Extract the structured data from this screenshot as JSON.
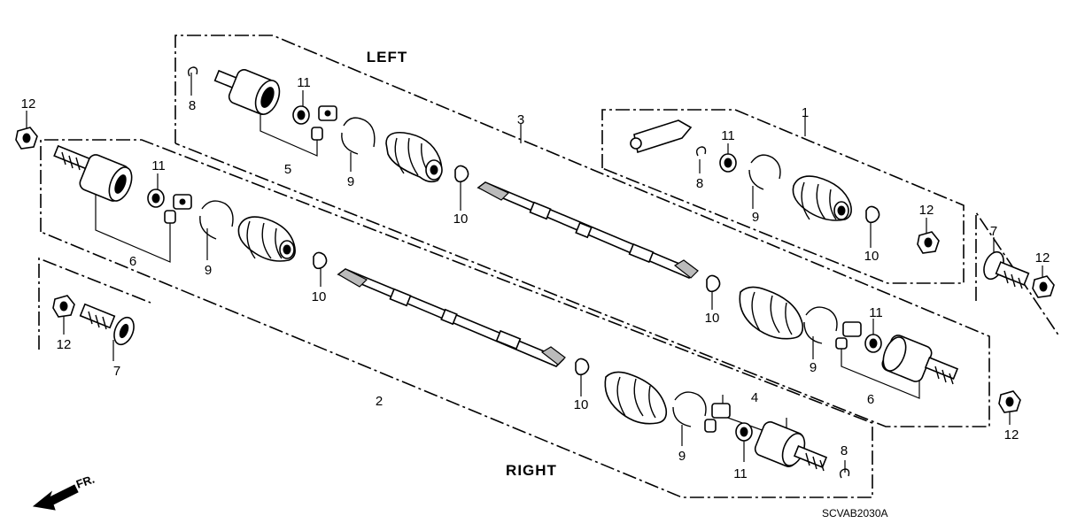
{
  "diagram": {
    "section_titles": {
      "left": "LEFT",
      "right": "RIGHT"
    },
    "diagram_code": "SCVAB2030A",
    "direction_indicator": "FR.",
    "callouts": {
      "c1": "1",
      "c2": "2",
      "c3": "3",
      "c4": "4",
      "c5": "5",
      "c6a": "6",
      "c6b": "6",
      "c7a": "7",
      "c7b": "7",
      "c8a": "8",
      "c8b": "8",
      "c8c": "8",
      "c9a": "9",
      "c9b": "9",
      "c9c": "9",
      "c9d": "9",
      "c9e": "9",
      "c10a": "10",
      "c10b": "10",
      "c10c": "10",
      "c10d": "10",
      "c10e": "10",
      "c11a": "11",
      "c11b": "11",
      "c11c": "11",
      "c11d": "11",
      "c11e": "11",
      "c12a": "12",
      "c12b": "12",
      "c12c": "12",
      "c12d": "12",
      "c12e": "12"
    }
  }
}
